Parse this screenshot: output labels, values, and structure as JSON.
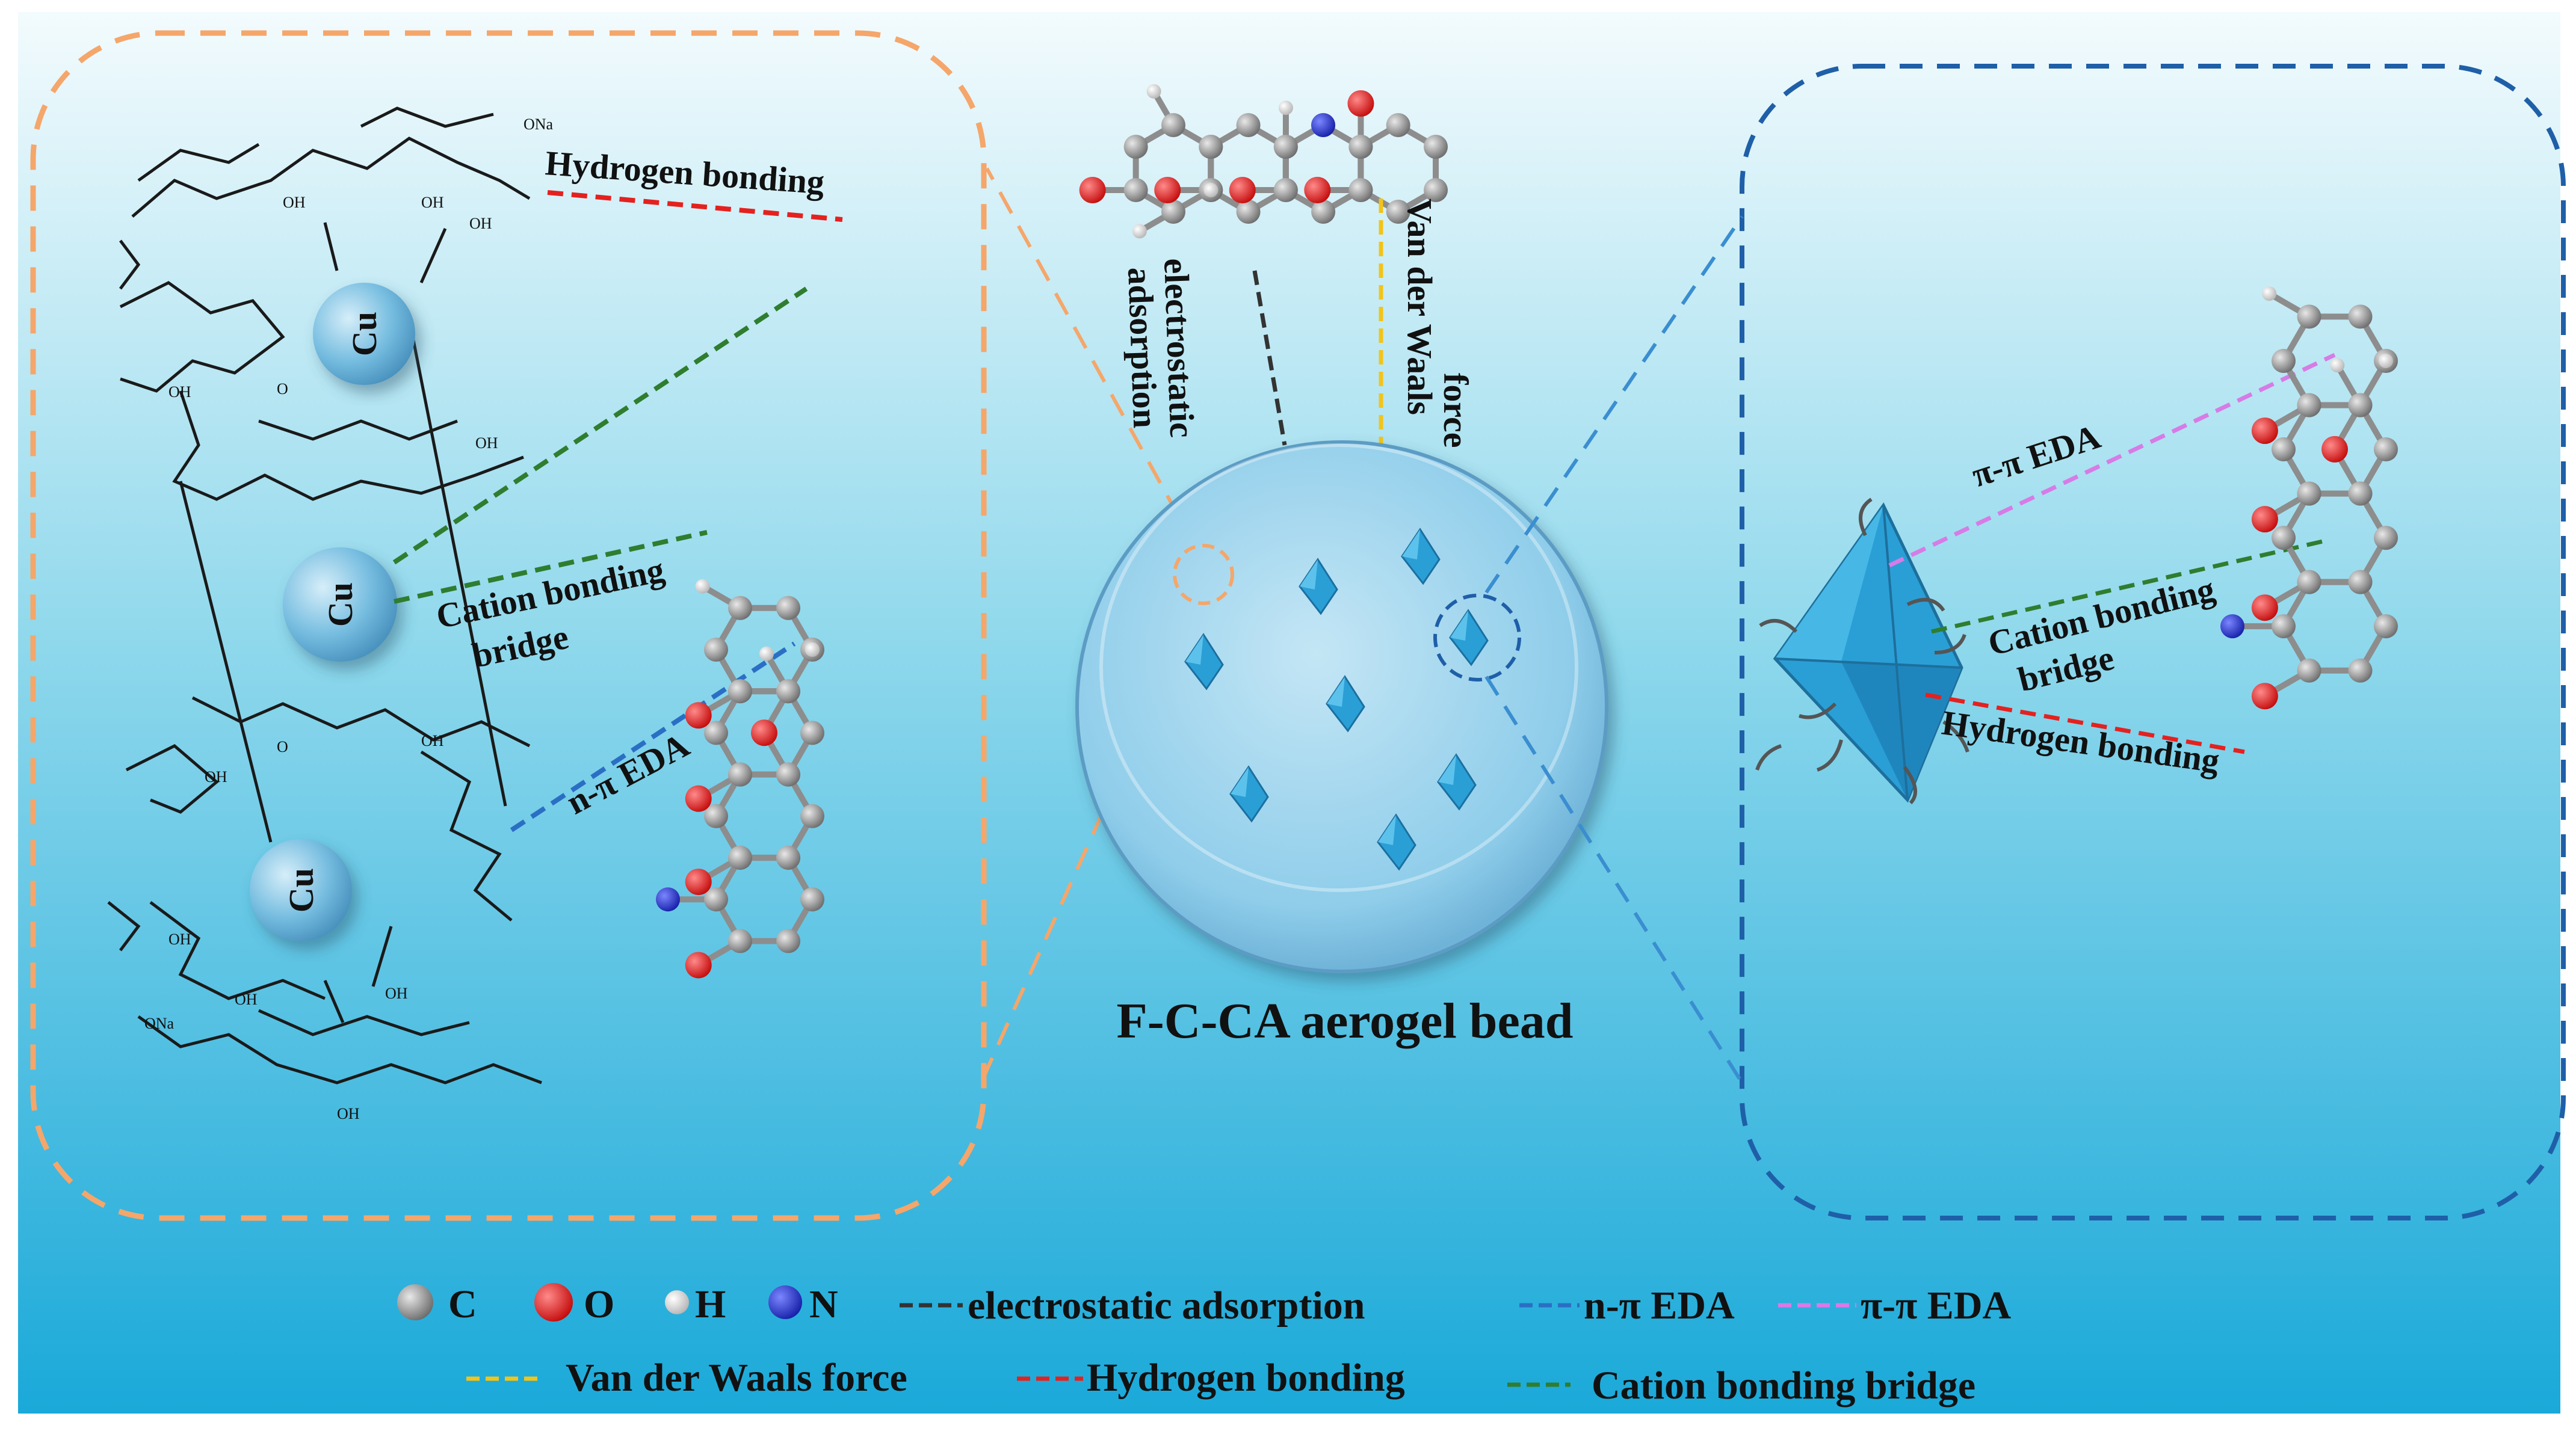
{
  "left_panel": {
    "metal_label": "Cu",
    "interactions": {
      "hydrogen": "Hydrogen bonding",
      "cation_line1": "Cation bonding",
      "cation_line2": "bridge",
      "n_pi": "n-π EDA"
    },
    "atoms": {
      "oh": "OH",
      "ona": "ONa",
      "o": "O"
    }
  },
  "center": {
    "bead_title": "F-C-CA aerogel bead",
    "electrostatic_line1": "electrostatic",
    "electrostatic_line2": "adsorption",
    "vdw_line1": "Van der Waals",
    "vdw_line2": "force"
  },
  "right_panel": {
    "pi_pi": "π-π EDA",
    "cation_line1": "Cation bonding",
    "cation_line2": "bridge",
    "hydrogen": "Hydrogen bonding"
  },
  "legend": {
    "atoms": [
      {
        "symbol": "C",
        "color": "#8a8a8a"
      },
      {
        "symbol": "O",
        "color": "#e01b1b"
      },
      {
        "symbol": "H",
        "color": "#d9d9d9"
      },
      {
        "symbol": "N",
        "color": "#1f2fd6"
      }
    ],
    "lines": [
      {
        "label": "electrostatic adsorption",
        "color": "#333333"
      },
      {
        "label": "n-π EDA",
        "color": "#2a6fc4"
      },
      {
        "label": "π-π EDA",
        "color": "#d77be6"
      },
      {
        "label": "Van der Waals force",
        "color": "#f2c418"
      },
      {
        "label": "Hydrogen bonding",
        "color": "#e4211f"
      },
      {
        "label": "Cation bonding bridge",
        "color": "#2f7d2f"
      }
    ]
  },
  "colors": {
    "left_box_border": "#f5a66a",
    "right_box_border": "#1f5fa8",
    "bead": "#8fd0ee",
    "crystal": "#2a9fd6"
  }
}
